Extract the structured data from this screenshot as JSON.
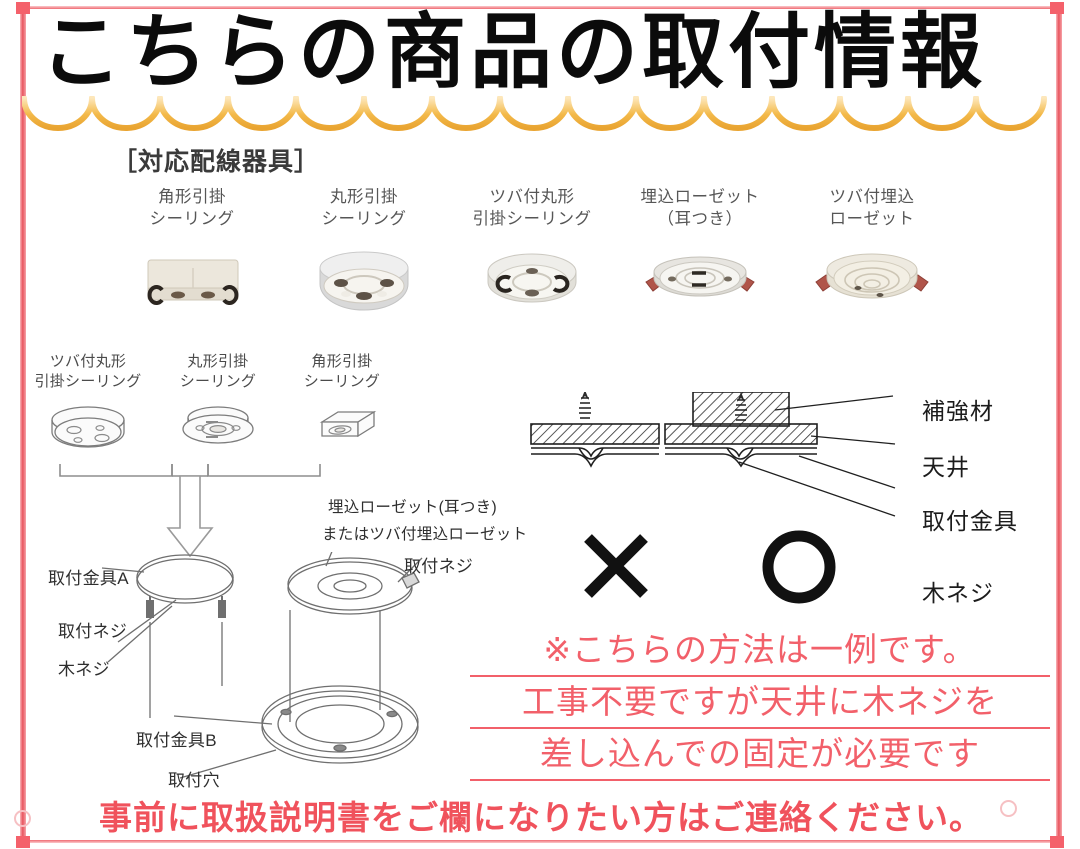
{
  "title": "こちらの商品の取付情報",
  "section_heading": "［対応配線器具］",
  "compatible_fittings": [
    {
      "label_line1": "角形引掛",
      "label_line2": "シーリング",
      "icon": "square-hook-ceiling-photo"
    },
    {
      "label_line1": "丸形引掛",
      "label_line2": "シーリング",
      "icon": "round-hook-ceiling-photo"
    },
    {
      "label_line1": "ツバ付丸形",
      "label_line2": "引掛シーリング",
      "icon": "flanged-round-hook-ceiling-photo"
    },
    {
      "label_line1": "埋込ローゼット",
      "label_line2": "（耳つき）",
      "icon": "embedded-rosette-eared-photo"
    },
    {
      "label_line1": "ツバ付埋込",
      "label_line2": "ローゼット",
      "icon": "flanged-embedded-rosette-photo"
    }
  ],
  "lineart_fittings": [
    {
      "label_line1": "ツバ付丸形",
      "label_line2": "引掛シーリング",
      "icon": "flanged-round-hook-ceiling-drawing"
    },
    {
      "label_line1": "丸形引掛",
      "label_line2": "シーリング",
      "icon": "round-hook-ceiling-drawing"
    },
    {
      "label_line1": "角形引掛",
      "label_line2": "シーリング",
      "icon": "square-hook-ceiling-drawing"
    }
  ],
  "install_diagram": {
    "bracket_a": "取付金具A",
    "mounting_screw_left": "取付ネジ",
    "wood_screw_left": "木ネジ",
    "bracket_b": "取付金具B",
    "mounting_hole": "取付穴",
    "rosette_note_line1": "埋込ローゼット(耳つき)",
    "rosette_note_line2": "またはツバ付埋込ローゼット",
    "mounting_screw_right": "取付ネジ"
  },
  "section_diagram": {
    "bad_mark": "×",
    "good_mark": "○",
    "reinforcement": "補強材",
    "ceiling": "天井",
    "mounting_bracket": "取付金具",
    "wood_screw": "木ネジ"
  },
  "note": {
    "line1": "※こちらの方法は一例です。",
    "line2": "工事不要ですが天井に木ネジを",
    "line3": "差し込んでの固定が必要です"
  },
  "bottom_message": "事前に取扱説明書をご欄になりたい方はご連絡ください。",
  "colors": {
    "frame_red": "#ef6a72",
    "note_red": "#f2606a",
    "bottom_red": "#f0525c",
    "scallop_orange": "#f2b544",
    "title_black": "#0b0b0b",
    "label_gray": "#565656"
  }
}
